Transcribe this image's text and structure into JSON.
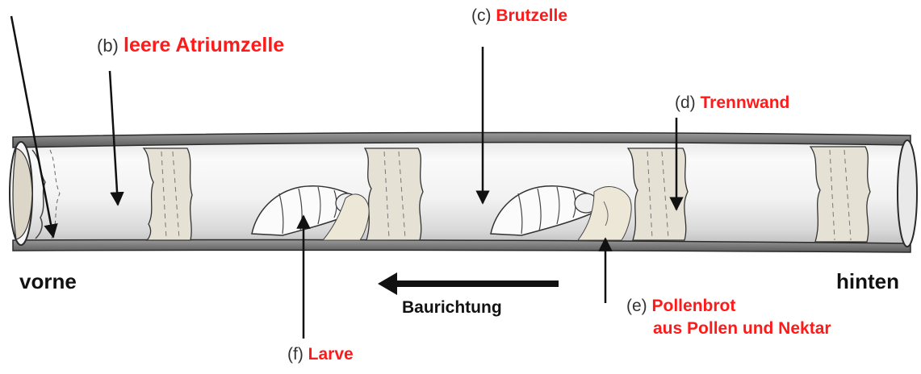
{
  "colors": {
    "accent": "#ff1a1a",
    "ink": "#111111",
    "tube_line": "#2a2a2a"
  },
  "labels": {
    "b": {
      "prefix": "(b)",
      "text": "leere Atriumzelle"
    },
    "c": {
      "prefix": "(c)",
      "text": "Brutzelle"
    },
    "d": {
      "prefix": "(d)",
      "text": "Trennwand"
    },
    "e": {
      "prefix": "(e)",
      "text": "Pollenbrot",
      "text2": "aus Pollen und Nektar"
    },
    "f": {
      "prefix": "(f)",
      "text": "Larve"
    }
  },
  "ends": {
    "front": "vorne",
    "back": "hinten"
  },
  "direction": {
    "label": "Baurichtung"
  }
}
